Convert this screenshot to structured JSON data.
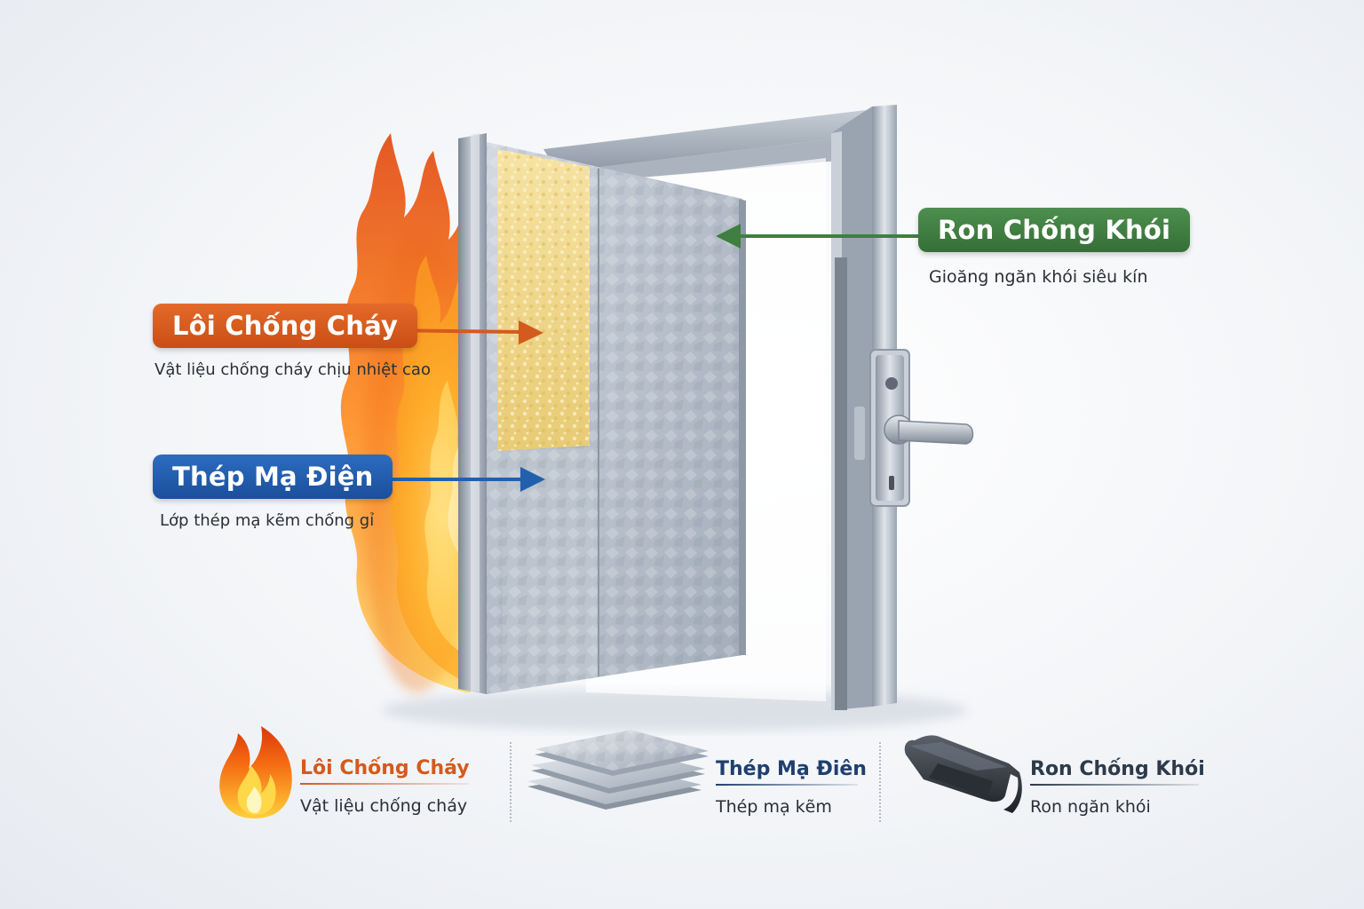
{
  "callouts": {
    "core": {
      "label": "Lôi Chống Cháy",
      "caption": "Vật liệu chống cháy chịu nhiệt cao",
      "color": "#d45a1e"
    },
    "steel": {
      "label": "Thép Mạ Điện",
      "caption": "Lớp thép mạ kẽm chống gỉ",
      "color": "#2260ad"
    },
    "seal": {
      "label": "Ron Chống Khói",
      "caption": "Gioăng ngăn khói siêu kín",
      "color": "#3f7f41"
    }
  },
  "features": [
    {
      "title": "Lôi Chống Cháy",
      "subtitle": "Vật liệu chống cháy",
      "icon": "flame-icon",
      "color": "#d45a1e"
    },
    {
      "title": "Thép Mạ Điên",
      "subtitle": "Thép mạ kẽm",
      "icon": "steel-sheets-icon",
      "color": "#1f3f6e"
    },
    {
      "title": "Ron Chống Khói",
      "subtitle": "Ron ngăn khói",
      "icon": "rubber-gasket-icon",
      "color": "#2d3a4a"
    }
  ]
}
